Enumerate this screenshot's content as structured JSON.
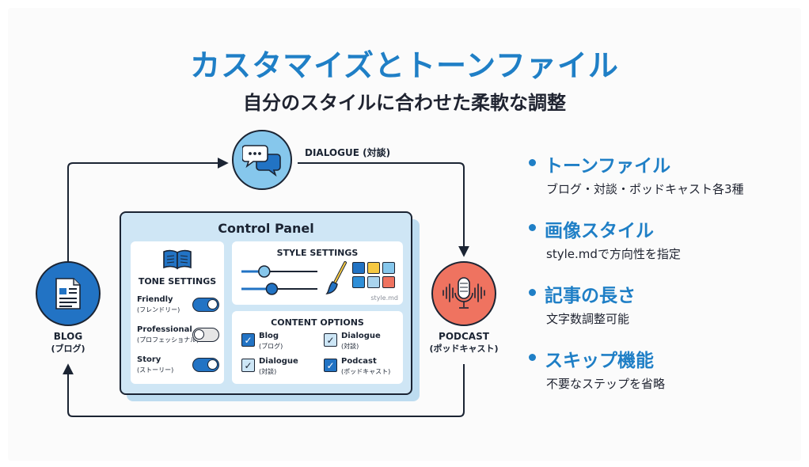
{
  "header": {
    "title": "カスタマイズとトーンファイル",
    "subtitle": "自分のスタイルに合わせた柔軟な調整"
  },
  "nodes": {
    "dialogue": {
      "label": "DIALOGUE (対談)",
      "color": "#86c7ec",
      "icon": "chat-bubbles-icon"
    },
    "blog": {
      "label": "BLOG",
      "sublabel": "(ブログ)",
      "color": "#2273c4",
      "icon": "document-icon"
    },
    "podcast": {
      "label": "PODCAST",
      "sublabel": "(ポッドキャスト)",
      "color": "#ef7360",
      "icon": "microphone-icon"
    }
  },
  "control_panel": {
    "title": "Control Panel",
    "tone_settings": {
      "heading": "TONE SETTINGS",
      "icon": "open-book-icon",
      "items": [
        {
          "name": "Friendly",
          "sub": "(フレンドリー)",
          "state": "on"
        },
        {
          "name": "Professional",
          "sub": "(プロフェッショナル)",
          "state": "off"
        },
        {
          "name": "Story",
          "sub": "(ストーリー)",
          "state": "on"
        }
      ]
    },
    "style_settings": {
      "heading": "STYLE SETTINGS",
      "sliders": [
        0.3,
        0.4
      ],
      "icon": "paintbrush-icon",
      "palette": [
        "#2273c4",
        "#f5c842",
        "#86c7ec",
        "#2f8fd8",
        "#a9d4ee",
        "#ef7360"
      ],
      "file": "style.md"
    },
    "content_options": {
      "heading": "CONTENT OPTIONS",
      "items": [
        {
          "name": "Blog",
          "sub": "(ブログ)",
          "checked": true,
          "style": "dark"
        },
        {
          "name": "Dialogue",
          "sub": "(対談)",
          "checked": true,
          "style": "light"
        },
        {
          "name": "Dialogue",
          "sub": "(対談)",
          "checked": true,
          "style": "light"
        },
        {
          "name": "Podcast",
          "sub": "(ポッドキャスト)",
          "checked": true,
          "style": "dark"
        }
      ]
    }
  },
  "features": [
    {
      "heading": "トーンファイル",
      "desc": "ブログ・対談・ポッドキャスト各3種"
    },
    {
      "heading": "画像スタイル",
      "desc": "style.mdで方向性を指定"
    },
    {
      "heading": "記事の長さ",
      "desc": "文字数調整可能"
    },
    {
      "heading": "スキップ機能",
      "desc": "不要なステップを省略"
    }
  ],
  "colors": {
    "accent": "#1f7fc6",
    "outline": "#1b2433",
    "panel": "#cfe6f5"
  }
}
